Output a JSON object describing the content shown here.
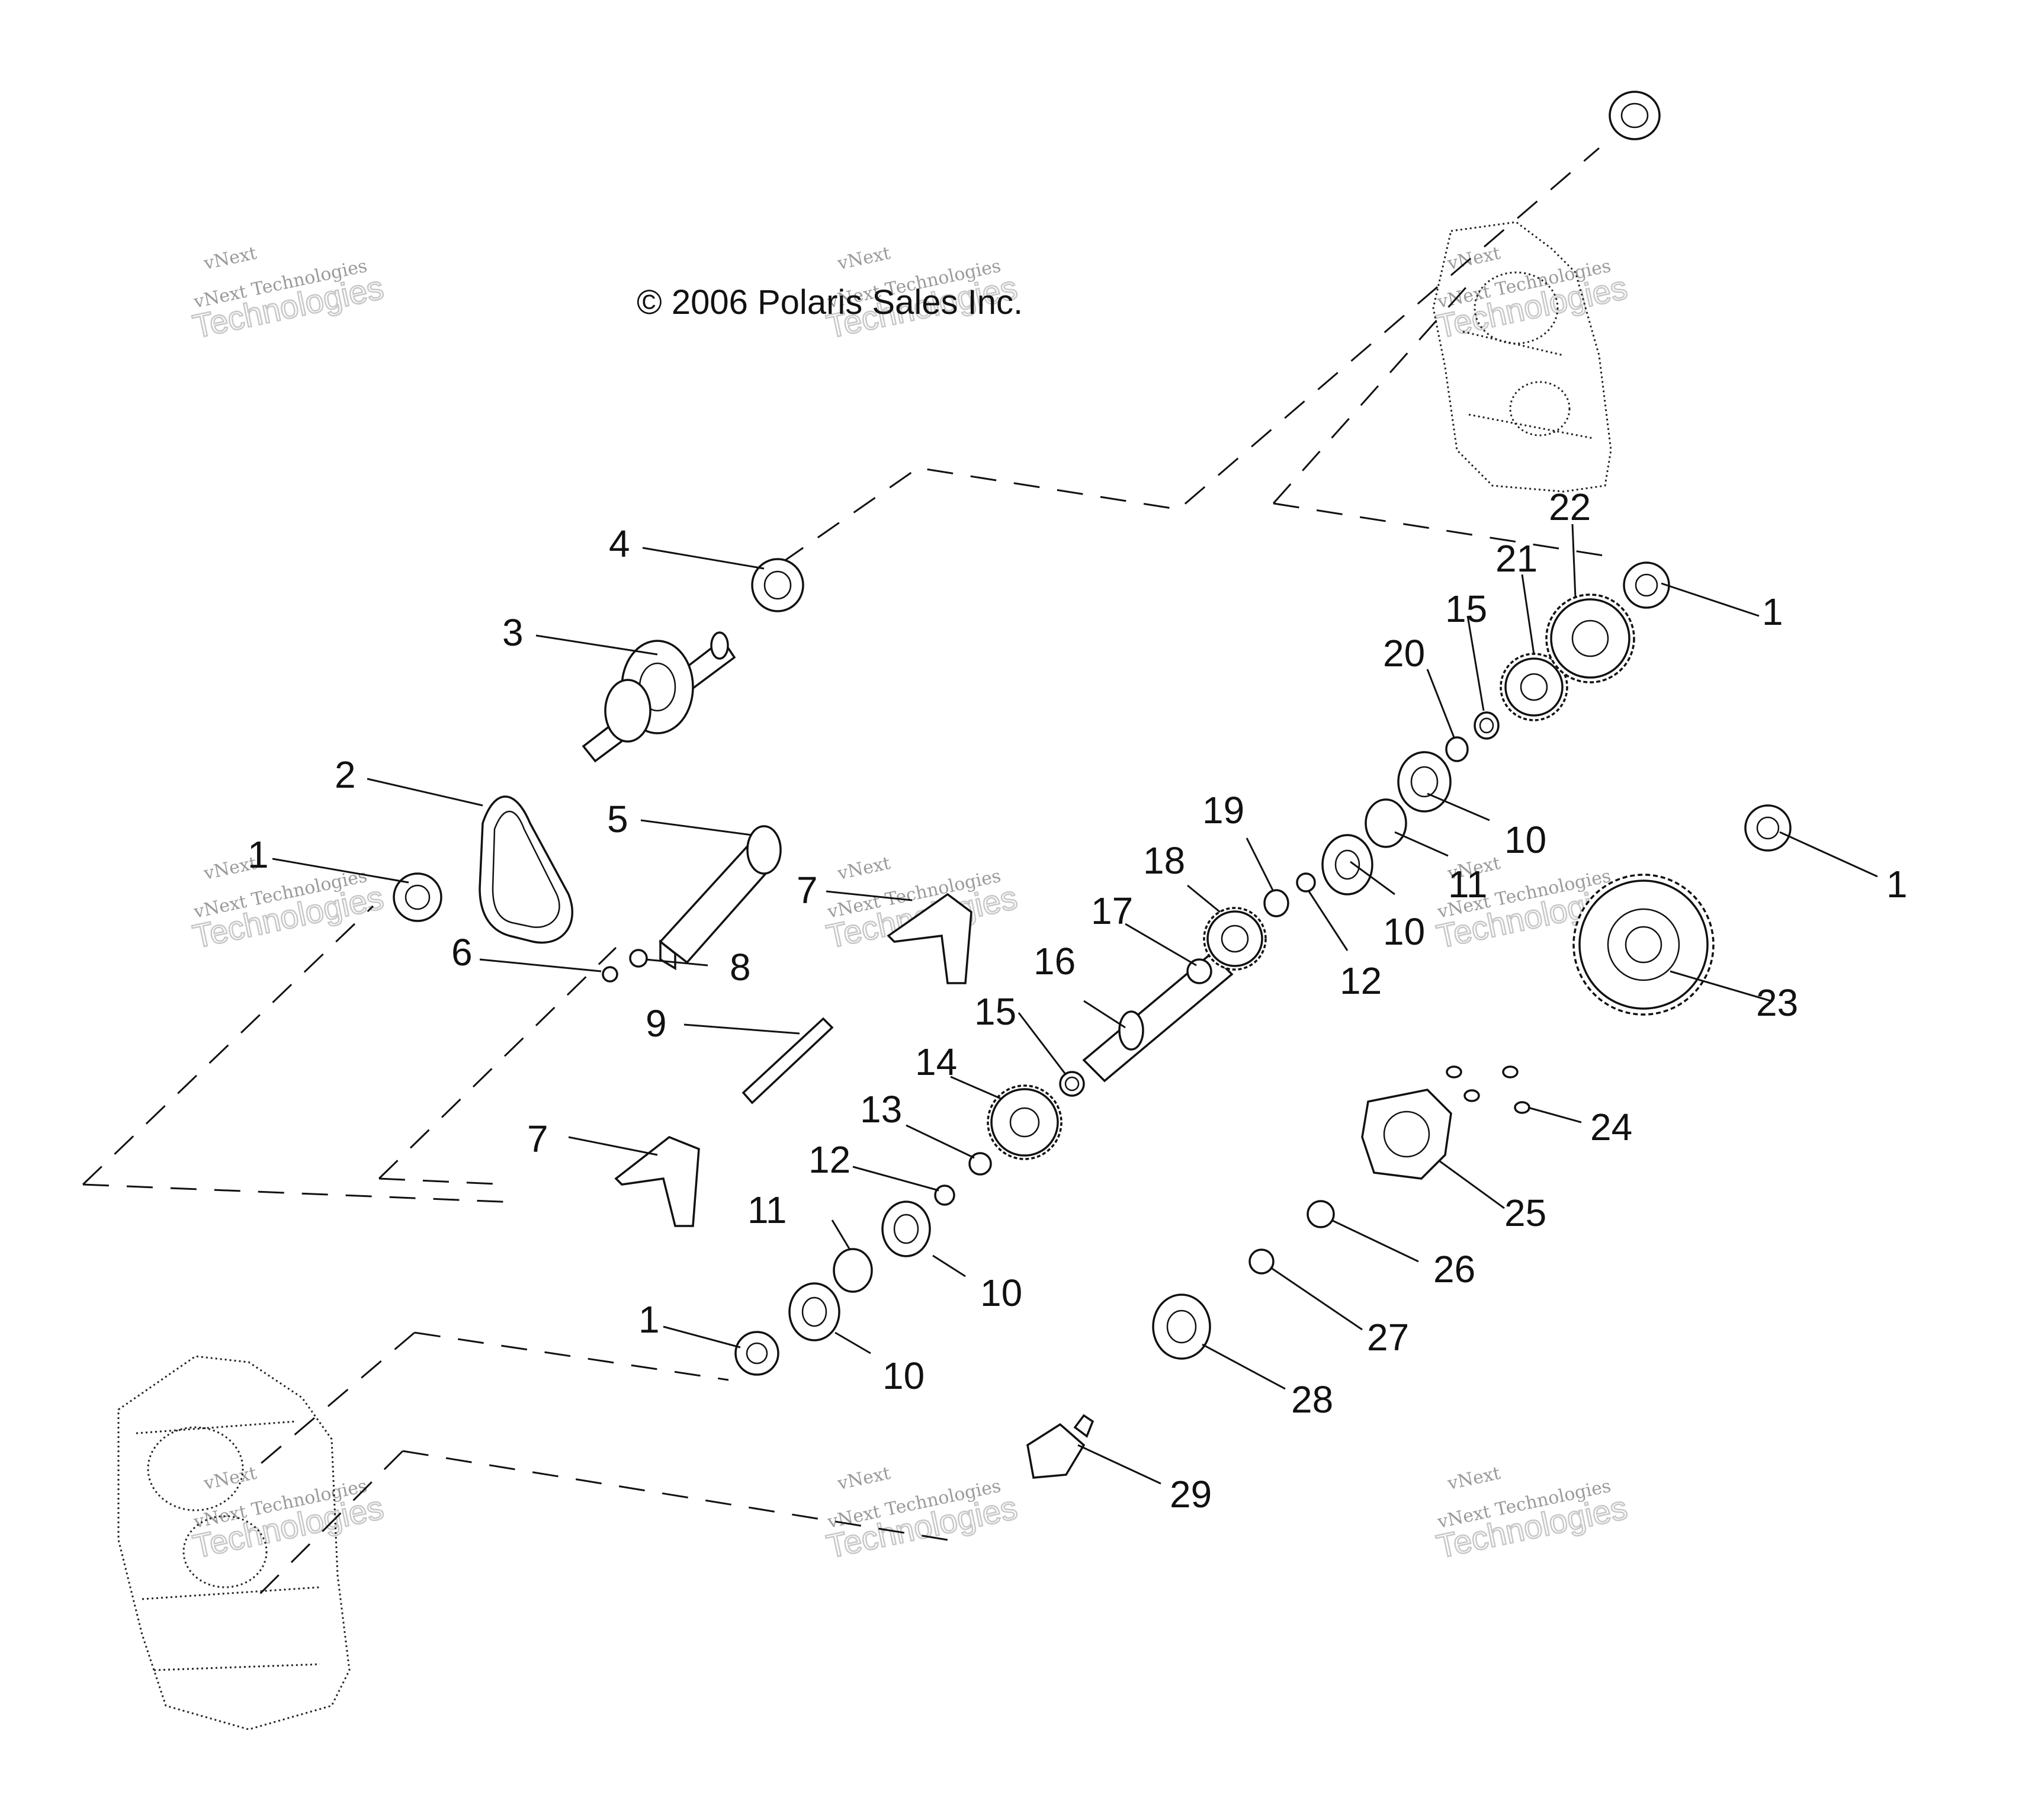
{
  "copyright": "© 2006 Polaris Sales Inc.",
  "watermark": {
    "small_text": "vNext Technologies",
    "big_text": "Technologies",
    "corner_text": "vNext"
  },
  "callouts": [
    {
      "id": "c1a",
      "text": "1"
    },
    {
      "id": "c1b",
      "text": "1"
    },
    {
      "id": "c1c",
      "text": "1"
    },
    {
      "id": "c1d",
      "text": "1"
    },
    {
      "id": "c2",
      "text": "2"
    },
    {
      "id": "c3",
      "text": "3"
    },
    {
      "id": "c4",
      "text": "4"
    },
    {
      "id": "c5",
      "text": "5"
    },
    {
      "id": "c6",
      "text": "6"
    },
    {
      "id": "c7a",
      "text": "7"
    },
    {
      "id": "c7b",
      "text": "7"
    },
    {
      "id": "c8",
      "text": "8"
    },
    {
      "id": "c9",
      "text": "9"
    },
    {
      "id": "c10a",
      "text": "10"
    },
    {
      "id": "c10b",
      "text": "10"
    },
    {
      "id": "c10c",
      "text": "10"
    },
    {
      "id": "c10d",
      "text": "10"
    },
    {
      "id": "c11a",
      "text": "11"
    },
    {
      "id": "c11b",
      "text": "11"
    },
    {
      "id": "c12a",
      "text": "12"
    },
    {
      "id": "c12b",
      "text": "12"
    },
    {
      "id": "c13",
      "text": "13"
    },
    {
      "id": "c14",
      "text": "14"
    },
    {
      "id": "c15a",
      "text": "15"
    },
    {
      "id": "c15b",
      "text": "15"
    },
    {
      "id": "c16",
      "text": "16"
    },
    {
      "id": "c17",
      "text": "17"
    },
    {
      "id": "c18",
      "text": "18"
    },
    {
      "id": "c19",
      "text": "19"
    },
    {
      "id": "c20",
      "text": "20"
    },
    {
      "id": "c21",
      "text": "21"
    },
    {
      "id": "c22",
      "text": "22"
    },
    {
      "id": "c23",
      "text": "23"
    },
    {
      "id": "c24",
      "text": "24"
    },
    {
      "id": "c25",
      "text": "25"
    },
    {
      "id": "c26",
      "text": "26"
    },
    {
      "id": "c27",
      "text": "27"
    },
    {
      "id": "c28",
      "text": "28"
    },
    {
      "id": "c29",
      "text": "29"
    }
  ]
}
